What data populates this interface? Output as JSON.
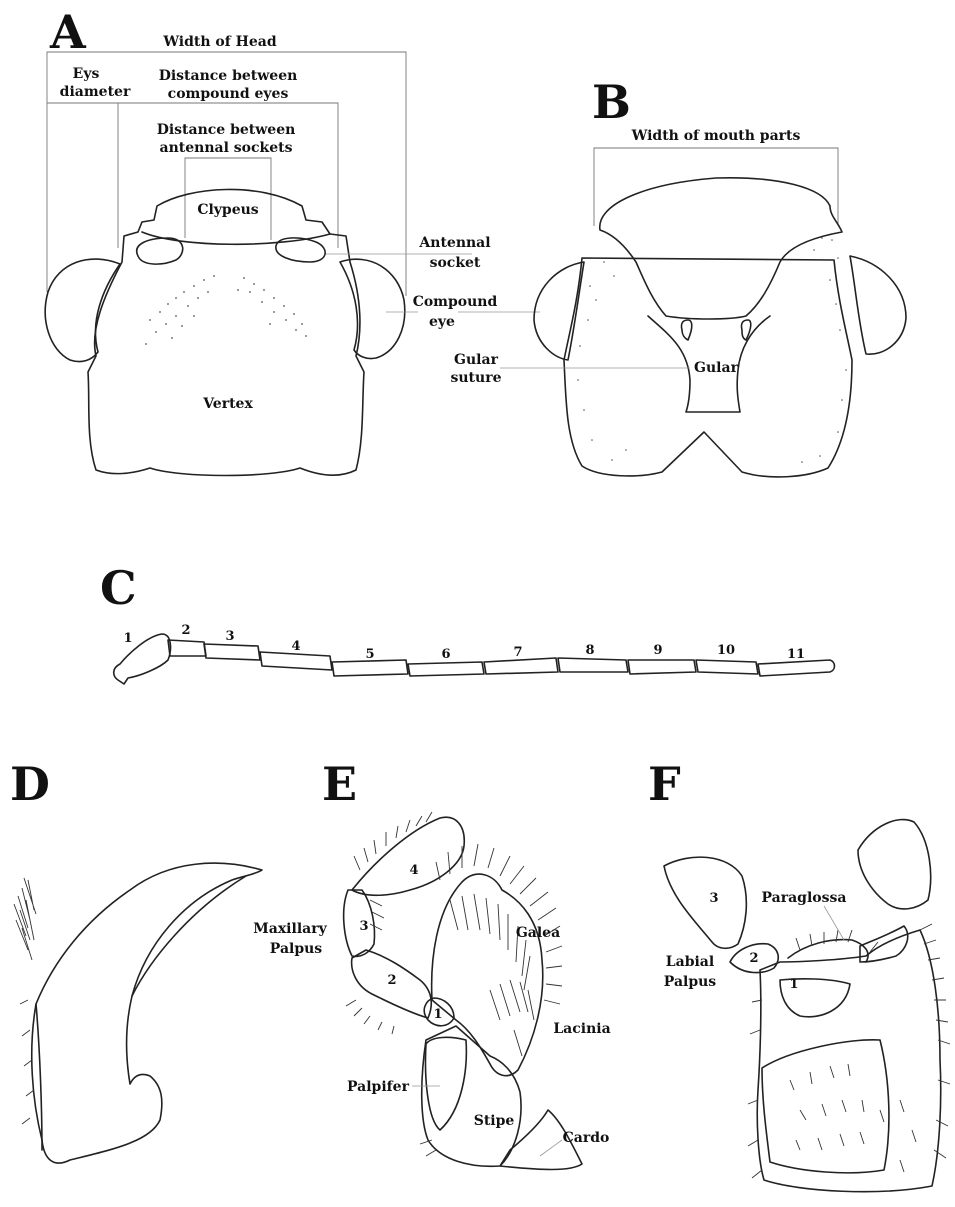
{
  "panels": {
    "A": {
      "letter": "A",
      "width_of_head": "Width of Head",
      "eye_diameter": [
        "Eys",
        "diameter"
      ],
      "dist_compound_eyes": [
        "Distance between",
        "compound eyes"
      ],
      "dist_antennal_sockets": [
        "Distance between",
        "antennal sockets"
      ],
      "clypeus": "Clypeus",
      "vertex": "Vertex",
      "antennal_socket": [
        "Antennal",
        "socket"
      ],
      "compound_eye": [
        "Compound",
        "eye"
      ]
    },
    "B": {
      "letter": "B",
      "width_mouth_parts": "Width of mouth parts",
      "gular_suture": [
        "Gular",
        "suture"
      ],
      "gular": "Gular"
    },
    "C": {
      "letter": "C",
      "segments": [
        "1",
        "2",
        "3",
        "4",
        "5",
        "6",
        "7",
        "8",
        "9",
        "10",
        "11"
      ]
    },
    "D": {
      "letter": "D"
    },
    "E": {
      "letter": "E",
      "maxillary_palpus": [
        "Maxillary",
        "Palpus"
      ],
      "galea": "Galea",
      "lacinia": "Lacinia",
      "palpifer": "Palpifer",
      "stipe": "Stipe",
      "cardo": "Cardo",
      "palp_segments": [
        "1",
        "2",
        "3",
        "4"
      ]
    },
    "F": {
      "letter": "F",
      "paraglossa": "Paraglossa",
      "labial_palpus": [
        "Labial",
        "Palpus"
      ],
      "palp_segments": [
        "1",
        "2",
        "3"
      ]
    }
  },
  "colors": {
    "ink": "#222222",
    "leader": "#999999",
    "background": "#ffffff"
  }
}
